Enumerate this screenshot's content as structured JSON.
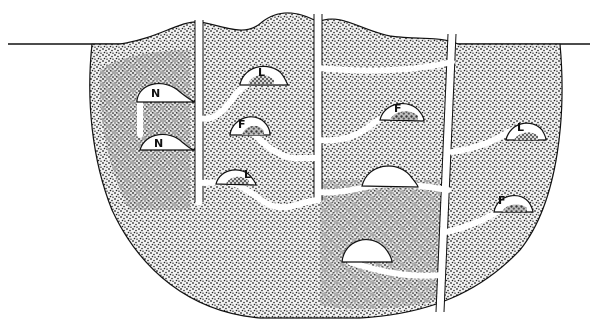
{
  "colors": {
    "background": "#ffffff",
    "soil": "#3a3a3a",
    "tunnel": "#ffffff",
    "stroke": "#111111"
  },
  "chambers": {
    "n_upper": "N",
    "n_lower": "N",
    "l_top": "L",
    "f_middle_left": "F",
    "l_lower_left": "L",
    "f_center": "F",
    "l_right": "L",
    "f_right": "F",
    "empty_center": "",
    "empty_bottom": ""
  }
}
